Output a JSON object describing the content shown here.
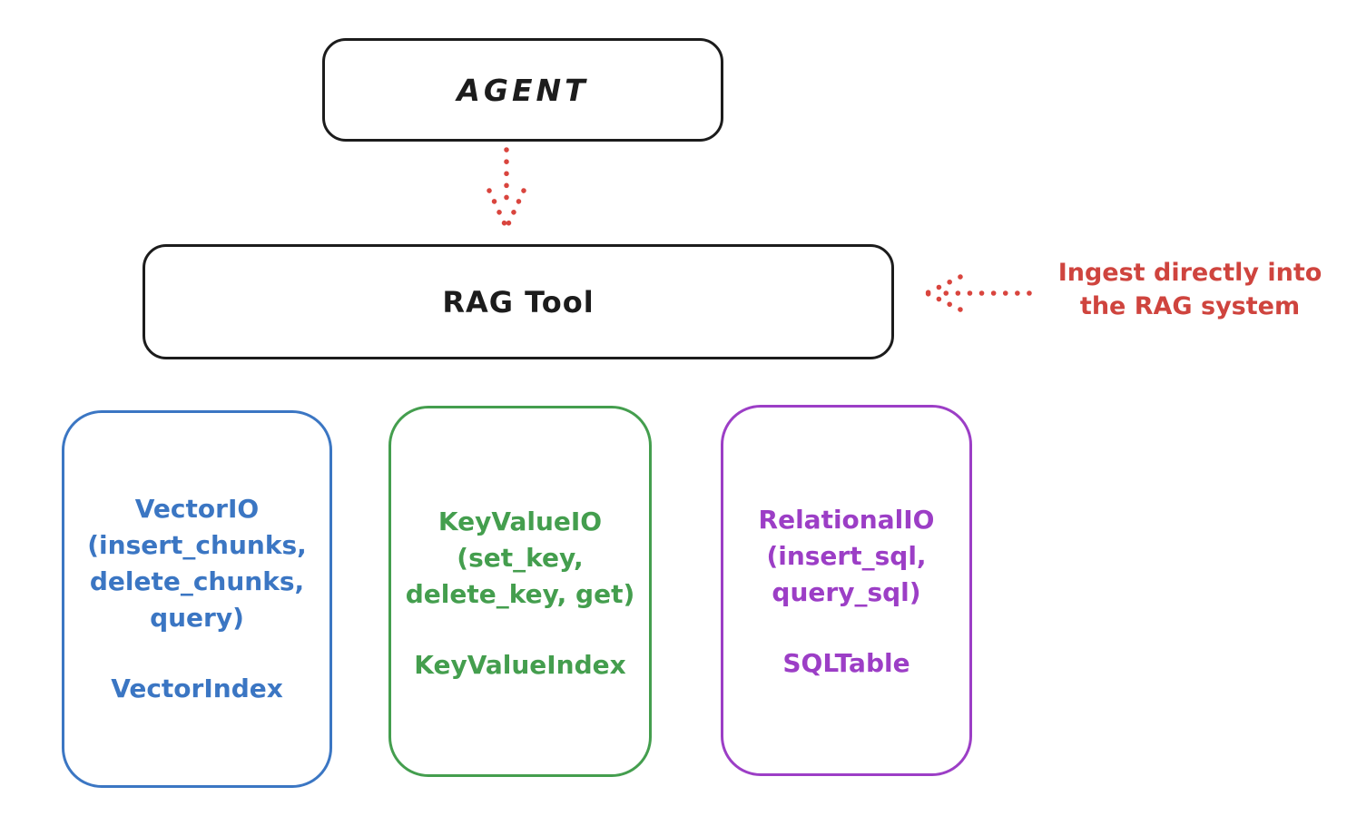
{
  "diagram": {
    "agent_box": {
      "label": "AGENT"
    },
    "rag_tool_box": {
      "label": "RAG Tool"
    },
    "annotation": {
      "line1": "Ingest directly into",
      "line2": "the RAG system",
      "color": "#cf443e"
    },
    "connectors": {
      "agent_to_rag_tool": "dotted-down-arrow-icon",
      "annotation_to_rag_tool": "dotted-left-arrow-icon",
      "color": "#d9453e"
    },
    "backends": [
      {
        "name": "vector-io",
        "color": "#3b76c3",
        "line1": "VectorIO",
        "line2": "(insert_chunks,",
        "line3": "delete_chunks,",
        "line4": "query)",
        "index_label": "VectorIndex"
      },
      {
        "name": "keyvalue-io",
        "color": "#449e4e",
        "line1": "KeyValueIO",
        "line2": "(set_key,",
        "line3": "delete_key, get)",
        "index_label": "KeyValueIndex"
      },
      {
        "name": "relational-io",
        "color": "#9c3ec6",
        "line1": "RelationalIO",
        "line2": "(insert_sql,",
        "line3": "query_sql)",
        "index_label": "SQLTable"
      }
    ],
    "colors": {
      "box_stroke_black": "#1c1c1c",
      "red": "#d9453e",
      "blue": "#3b76c3",
      "green": "#449e4e",
      "purple": "#9c3ec6",
      "background": "#ffffff"
    }
  }
}
